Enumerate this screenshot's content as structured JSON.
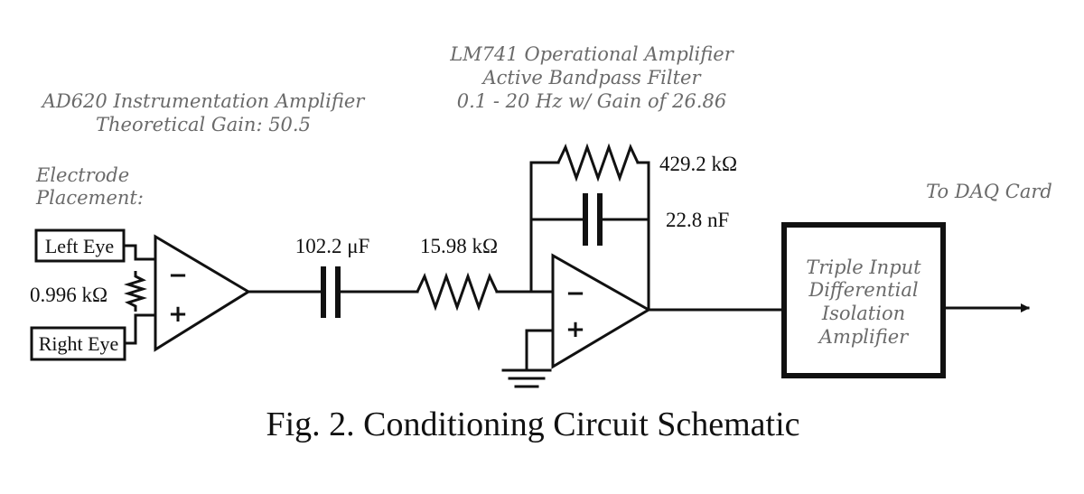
{
  "labels": {
    "ad620_title": "AD620 Instrumentation Amplifier",
    "ad620_gain": "Theoretical Gain: 50.5",
    "lm741_title": "LM741 Operational Amplifier",
    "lm741_filter": "Active Bandpass Filter",
    "lm741_spec": "0.1 - 20 Hz w/ Gain of 26.86",
    "electrode_line1": "Electrode",
    "electrode_line2": "Placement:",
    "left_eye": "Left Eye",
    "right_eye": "Right Eye",
    "gain_resistor": "0.996 kΩ",
    "coupling_cap": "102.2 μF",
    "input_resistor": "15.98 kΩ",
    "feedback_resistor": "429.2 kΩ",
    "feedback_cap": "22.8 nF",
    "isolation_line1": "Triple Input",
    "isolation_line2": "Differential",
    "isolation_line3": "Isolation",
    "isolation_line4": "Amplifier",
    "output": "To DAQ Card",
    "minus": "−",
    "plus": "+"
  },
  "caption": "Fig. 2. Conditioning Circuit Schematic"
}
